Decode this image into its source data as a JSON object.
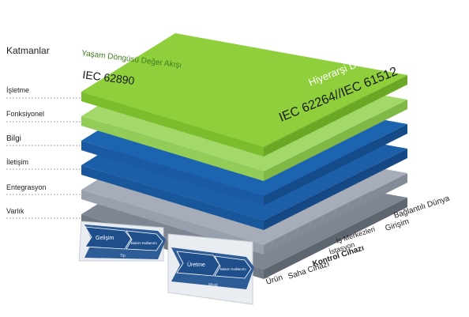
{
  "title": "Katmanlar",
  "layers": [
    {
      "label": "İşletme",
      "top": "#8fcf3c",
      "front": "#7cbd2e",
      "side": "#6aa825"
    },
    {
      "label": "Fonksiyonel",
      "top": "#a4d96a",
      "front": "#93cc56",
      "side": "#80b846"
    },
    {
      "label": "Bilgi",
      "top": "#1c63b0",
      "front": "#1a5aa3",
      "side": "#164b8a"
    },
    {
      "label": "İletişim",
      "top": "#1b5fa8",
      "front": "#19579c",
      "side": "#154884"
    },
    {
      "label": "Entegrasyon",
      "top": "#a7adb8",
      "front": "#98a0ad",
      "side": "#838b98"
    },
    {
      "label": "Varlık",
      "top": "#7d8692",
      "front": "#707984",
      "side": "#5e6670"
    }
  ],
  "lifecycle": {
    "axis_label": "Yaşam Döngüsü Değer Akışı",
    "standard": "IEC 62890",
    "type_group": {
      "label": "Tip",
      "steps": [
        "Gelişim",
        "Bakım Kullanımı"
      ]
    },
    "instance_group": {
      "label": "Misal",
      "steps": [
        "Üretme",
        "Bakım Kullanımı"
      ]
    }
  },
  "hierarchy": {
    "axis_label": "Hiyerarşi Düzeyleri",
    "standard": "IEC 62264//IEC 61512",
    "levels": [
      "Bağlantılı Dünya",
      "Girişim",
      "İş Merkezleri",
      "İstasyon",
      "Kontrol Cihazı",
      "Saha Cihazı",
      "Ürün"
    ]
  },
  "colors": {
    "text": "#222222",
    "axis_green": "#3f7d1e",
    "leader_line": "#888888"
  }
}
